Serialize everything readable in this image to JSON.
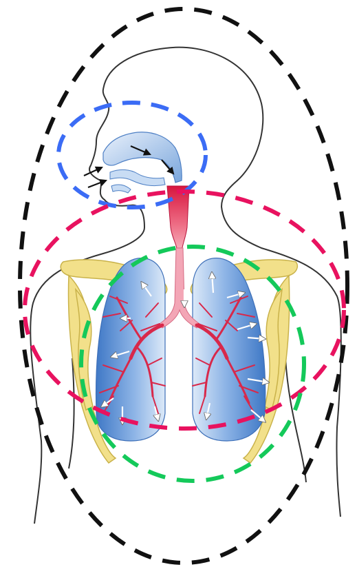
{
  "diagram": {
    "subject": "human-respiratory-system",
    "outline_color": "#333333",
    "colors": {
      "airway_blue": "#a9c8ec",
      "airway_blue_light": "#dfeaf8",
      "trachea_red": "#e0506a",
      "bronchi_red": "#d8284a",
      "lung_blue": "#5d8fd0",
      "lung_blue_light": "#b9d2f0",
      "bone_yellow": "#f2e08a",
      "bone_outline": "#c9b24a",
      "arrow_black": "#111111",
      "arrow_white": "#ffffff"
    },
    "regions": [
      {
        "id": "whole-body",
        "color": "#111111"
      },
      {
        "id": "upper-airway",
        "color": "#3b6cf5"
      },
      {
        "id": "lower-airway",
        "color": "#e8125f"
      },
      {
        "id": "lungs",
        "color": "#14c95a"
      }
    ]
  }
}
